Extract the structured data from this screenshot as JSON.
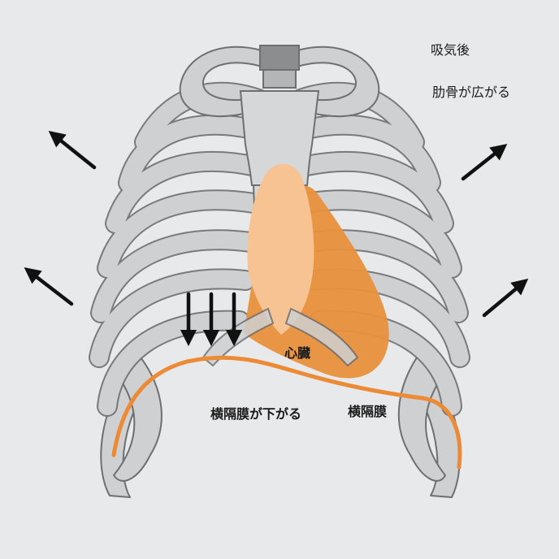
{
  "labels": {
    "title": "吸気後",
    "subtitle": "肋骨が広がる",
    "heart": "心臓",
    "diaphragm_down": "横隔膜が下がる",
    "diaphragm": "横隔膜"
  },
  "colors": {
    "background": "#e8e9ea",
    "bone_fill": "#cfd0d2",
    "bone_stroke": "#6e6f71",
    "heart_dark": "#e8913c",
    "heart_light": "#f7c393",
    "diaphragm_line": "#ec8a35",
    "arrow": "#111111"
  },
  "icons": [
    "arrow-up-left-icon",
    "arrow-up-right-icon",
    "arrow-down-icon"
  ]
}
